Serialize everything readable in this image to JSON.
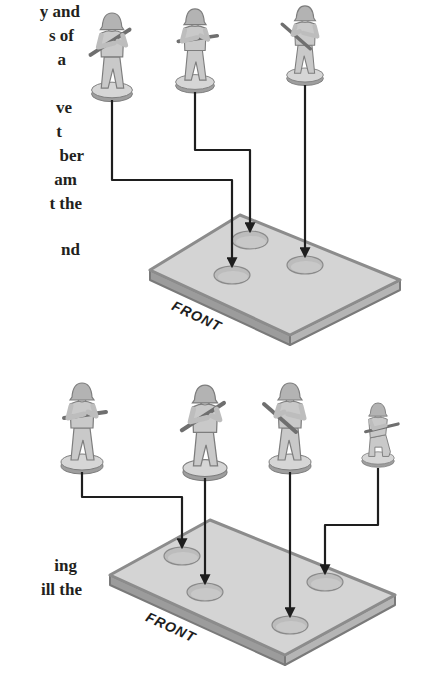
{
  "diagram": {
    "nodes": [
      {
        "text": [
          "FRONT"
        ]
      },
      {
        "text": [
          "FRONT"
        ]
      }
    ],
    "labels": [
      "y and",
      "s of",
      "a",
      "ve",
      "t",
      "ber",
      "am",
      "t the",
      "nd",
      "ing",
      "ill the"
    ]
  }
}
